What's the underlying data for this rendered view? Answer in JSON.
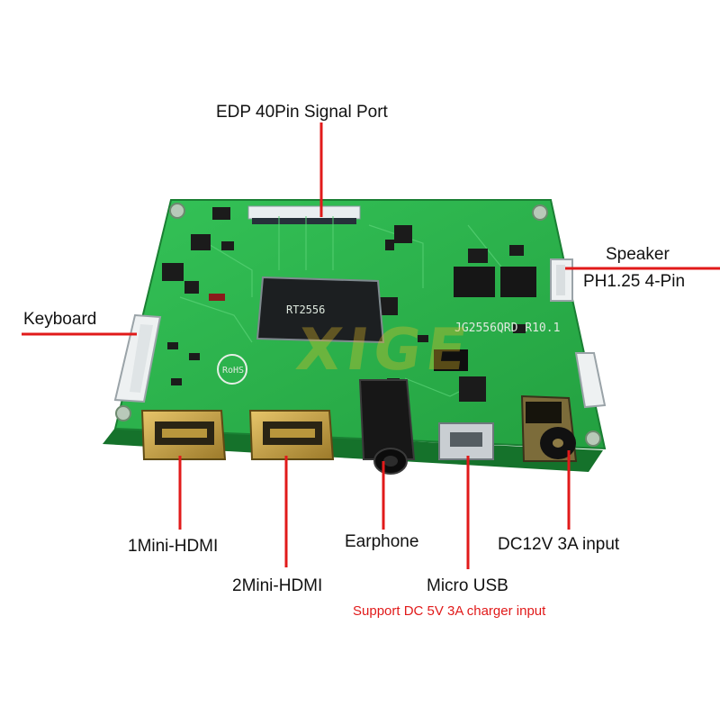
{
  "labels": {
    "edp": "EDP 40Pin Signal Port",
    "speaker": "Speaker",
    "speaker_sub": "PH1.25 4-Pin",
    "keyboard": "Keyboard",
    "hdmi1": "1Mini-HDMI",
    "hdmi2": "2Mini-HDMI",
    "earphone": "Earphone",
    "micro_usb": "Micro USB",
    "dc": "DC12V 3A input",
    "usb_note": "Support DC 5V 3A charger input"
  },
  "board": {
    "model": "JG2556QRD  R10.1",
    "rohs": "RoHS",
    "chip_text": "RT2556",
    "watermark": "XIGE"
  },
  "colors": {
    "pcb": "#2bb24a",
    "pcb_dark": "#1f8e3a",
    "callout_line": "#e11a1a",
    "note_text": "#e11a1a"
  }
}
